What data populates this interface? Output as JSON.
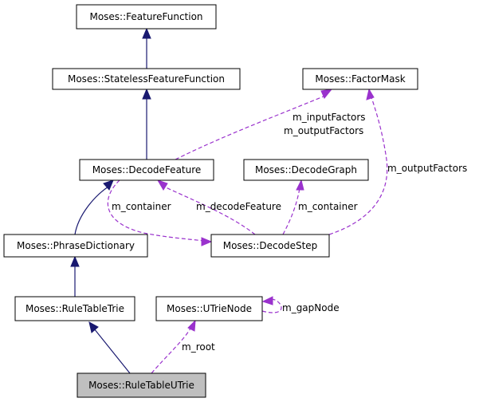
{
  "diagram": {
    "nodes": {
      "feature_function": "Moses::FeatureFunction",
      "stateless_feature_function": "Moses::StatelessFeatureFunction",
      "factor_mask": "Moses::FactorMask",
      "decode_feature": "Moses::DecodeFeature",
      "decode_graph": "Moses::DecodeGraph",
      "phrase_dictionary": "Moses::PhraseDictionary",
      "decode_step": "Moses::DecodeStep",
      "rule_table_trie": "Moses::RuleTableTrie",
      "utrie_node": "Moses::UTrieNode",
      "rule_table_utrie": "Moses::RuleTableUTrie"
    },
    "edge_labels": {
      "input_factors": "m_inputFactors",
      "output_factors_1": "m_outputFactors",
      "output_factors_2": "m_outputFactors",
      "container_1": "m_container",
      "decode_feature": "m_decodeFeature",
      "container_2": "m_container",
      "gap_node": "m_gapNode",
      "root": "m_root"
    },
    "colors": {
      "inheritance": "#191970",
      "usage": "#9a32cd",
      "highlight": "#bfbfbf"
    }
  }
}
